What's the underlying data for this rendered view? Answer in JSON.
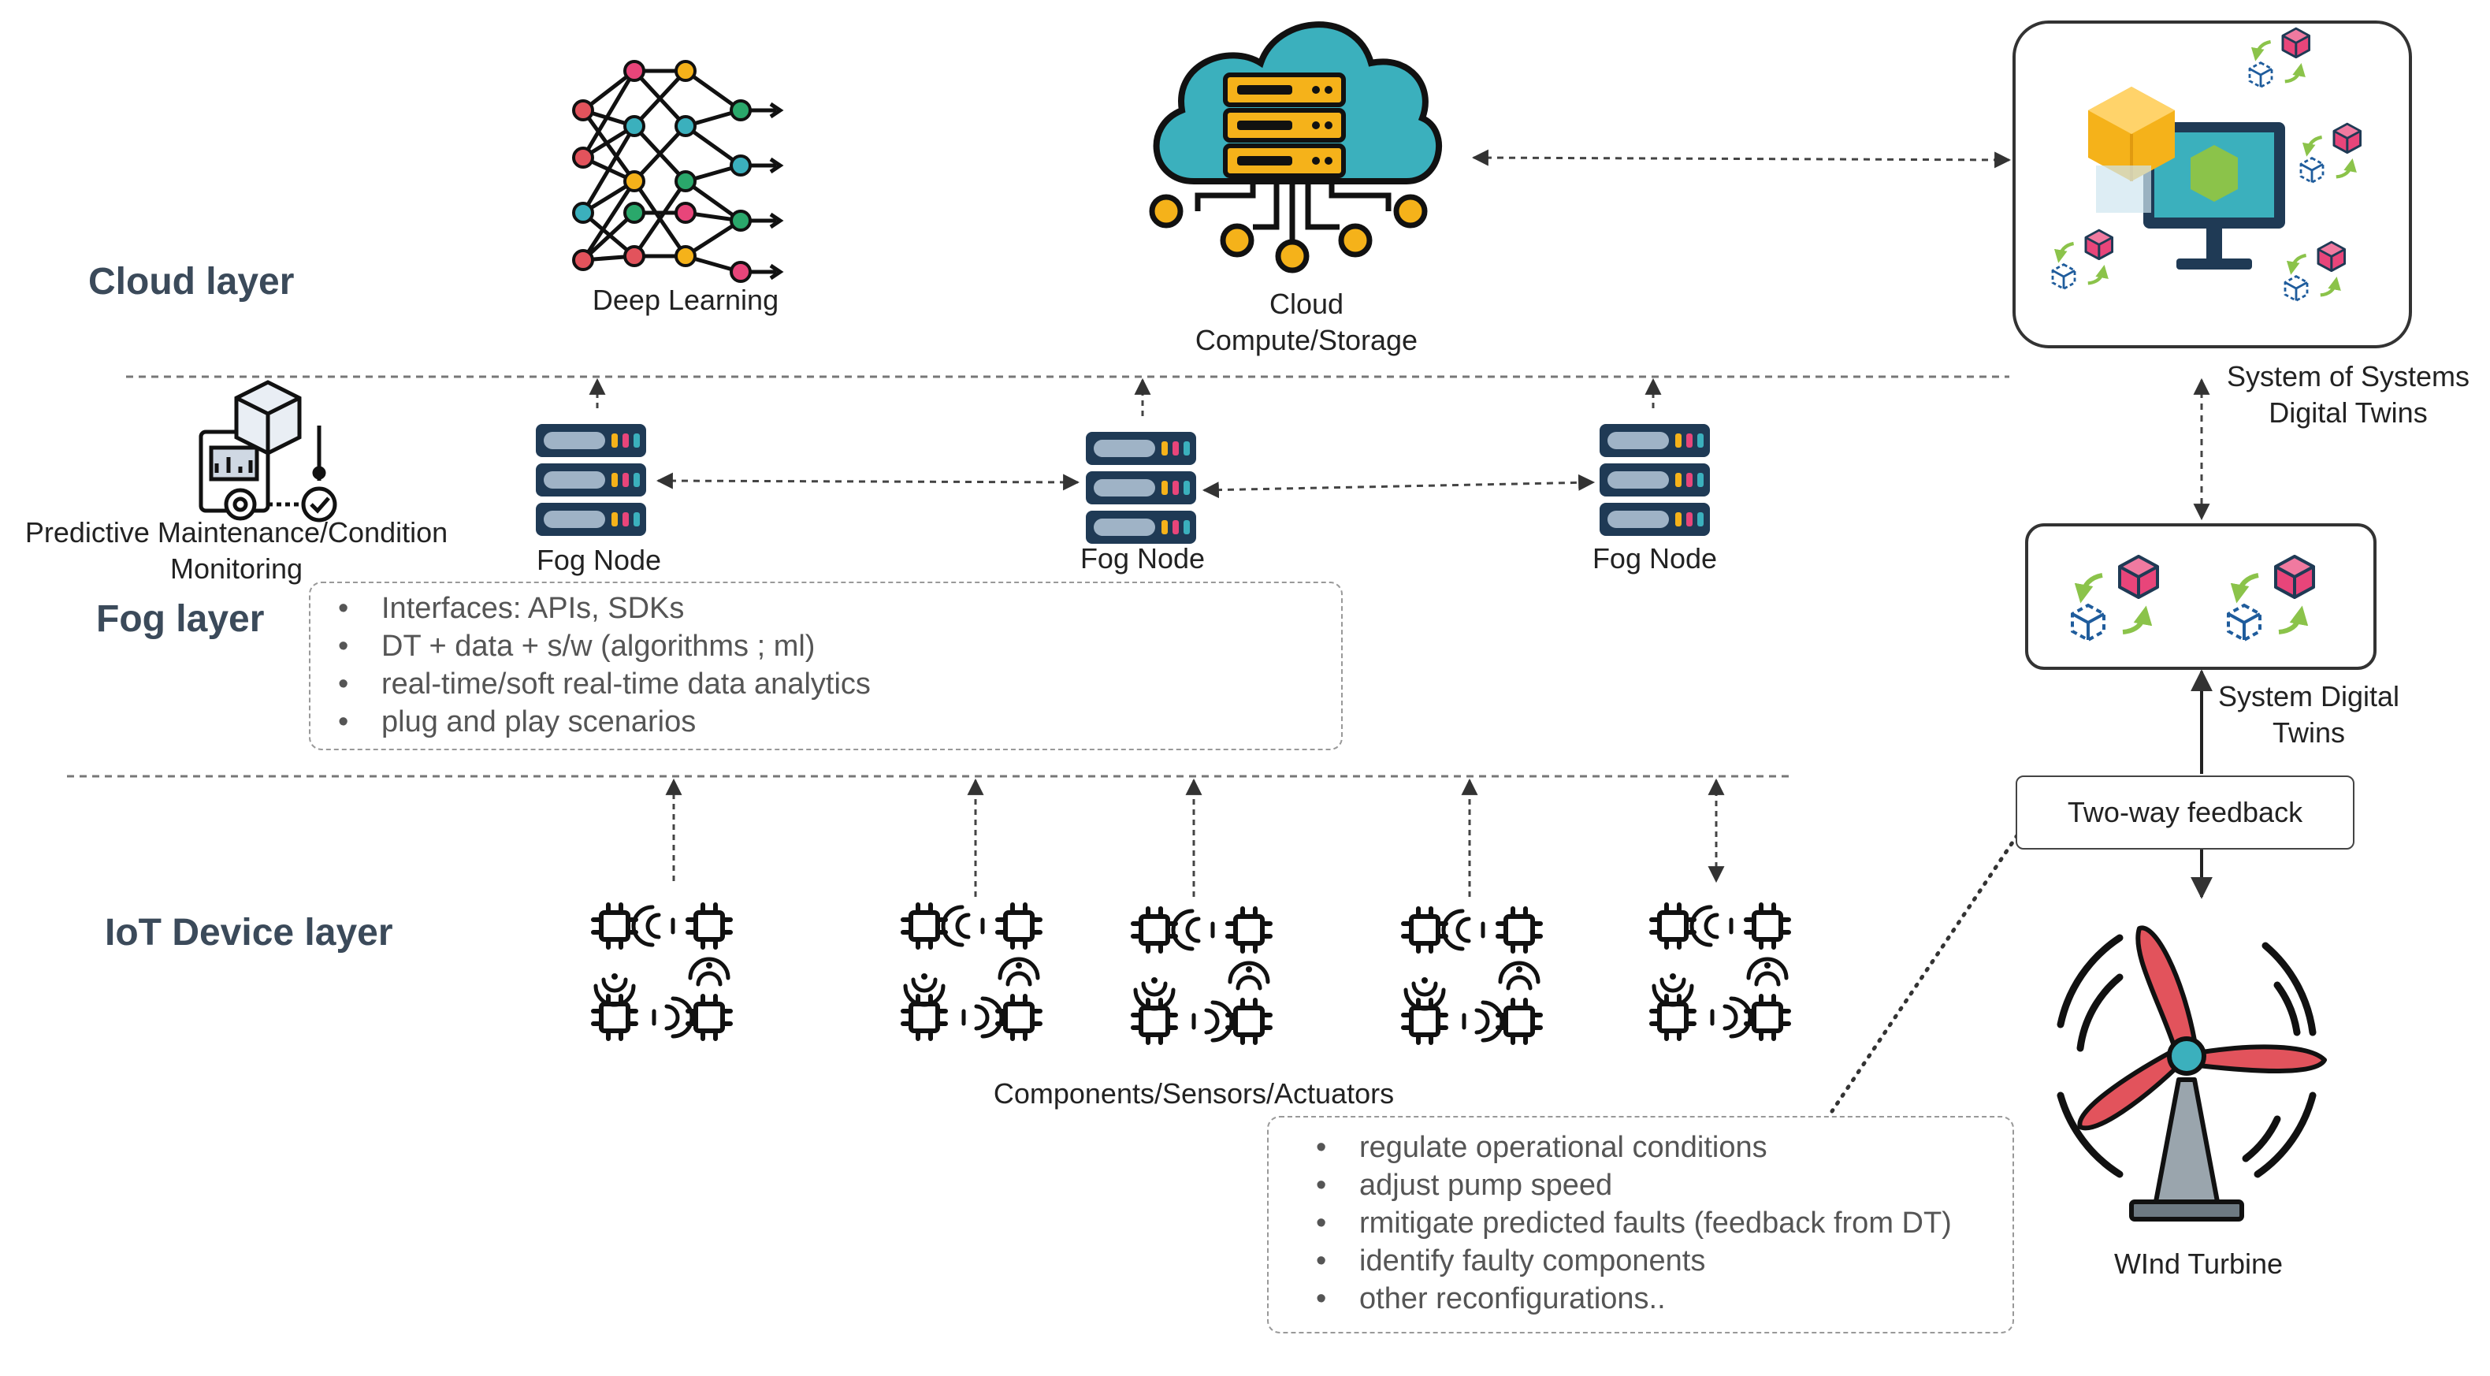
{
  "layers": {
    "cloud": "Cloud layer",
    "fog": "Fog layer",
    "iot": "IoT Device layer"
  },
  "labels": {
    "deep_learning": "Deep Learning",
    "cloud_line1": "Cloud",
    "cloud_line2": "Compute/Storage",
    "predictive_line1": "Predictive Maintenance/Condition",
    "predictive_line2": "Monitoring",
    "fog_node": "Fog Node",
    "sos_line1": "System of Systems",
    "sos_line2": "Digital Twins",
    "sdt_line1": "System Digital",
    "sdt_line2": "Twins",
    "two_way": "Two-way feedback",
    "components": "Components/Sensors/Actuators",
    "wind_turbine": "WInd Turbine"
  },
  "fog_bullets": [
    "Interfaces: APIs, SDKs",
    "DT + data + s/w (algorithms ; ml)",
    "real-time/soft real-time data analytics",
    "plug and play scenarios"
  ],
  "feedback_bullets": [
    "regulate operational conditions",
    "adjust pump speed",
    "rmitigate predicted faults (feedback from DT)",
    "identify faulty components",
    "other reconfigurations.."
  ],
  "icons": {
    "neural_net": "neural-network-icon",
    "cloud_server": "cloud-server-icon",
    "predictive": "predictive-maintenance-icon",
    "fog_server": "server-rack-icon",
    "iot_cluster": "iot-chip-cluster-icon",
    "sos_dt": "system-of-systems-digital-twin-icon",
    "sdt": "system-digital-twin-icon",
    "turbine": "wind-turbine-icon"
  },
  "colors": {
    "cloud_teal": "#3bb0bd",
    "server_navy": "#1f3a55",
    "accent_yellow": "#f5b21a",
    "cube_pink": "#e8457a",
    "turbine_red": "#e2535c",
    "arrow_green": "#8bc34a",
    "layer_text": "#3b4a5a"
  }
}
